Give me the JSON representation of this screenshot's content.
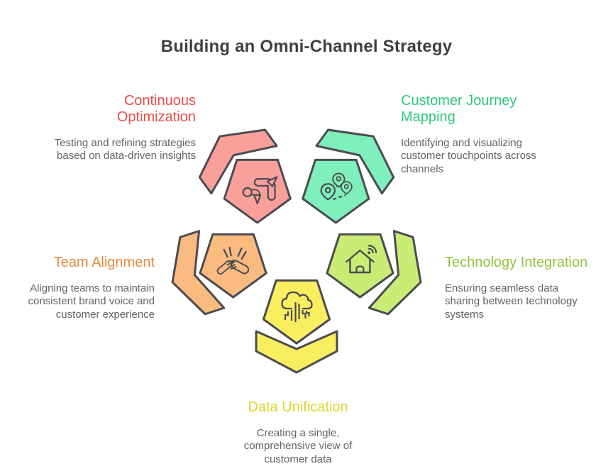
{
  "title": "Building an Omni-Channel Strategy",
  "items": [
    {
      "id": "continuous-optimization",
      "title": "Continuous\nOptimization",
      "description": "Testing and refining strategies\nbased on data-driven insights",
      "fill": "#F9A09B",
      "heading_color": "#EC4C49",
      "icon": "trending-arrows"
    },
    {
      "id": "customer-journey-mapping",
      "title": "Customer Journey\nMapping",
      "description": "Identifying and visualizing\ncustomer touchpoints across\nchannels",
      "fill": "#7FEFBB",
      "heading_color": "#2FC77F",
      "icon": "map-pins"
    },
    {
      "id": "team-alignment",
      "title": "Team Alignment",
      "description": "Aligning teams to maintain\nconsistent brand voice and\ncustomer experience",
      "fill": "#F9BB80",
      "heading_color": "#E8893A",
      "icon": "stacked-hands"
    },
    {
      "id": "technology-integration",
      "title": "Technology Integration",
      "description": "Ensuring seamless data\nsharing between technology\nsystems",
      "fill": "#C9EC74",
      "heading_color": "#93C43E",
      "icon": "smart-home"
    },
    {
      "id": "data-unification",
      "title": "Data Unification",
      "description": "Creating a single,\ncomprehensive view of\ncustomer data",
      "fill": "#F9EE60",
      "heading_color": "#E3D22B",
      "icon": "cloud-data"
    }
  ],
  "colors": {
    "outline": "#4B4B52",
    "body_text": "#5F6368",
    "title_text": "#3F4043",
    "background": "#FFFFFF"
  }
}
